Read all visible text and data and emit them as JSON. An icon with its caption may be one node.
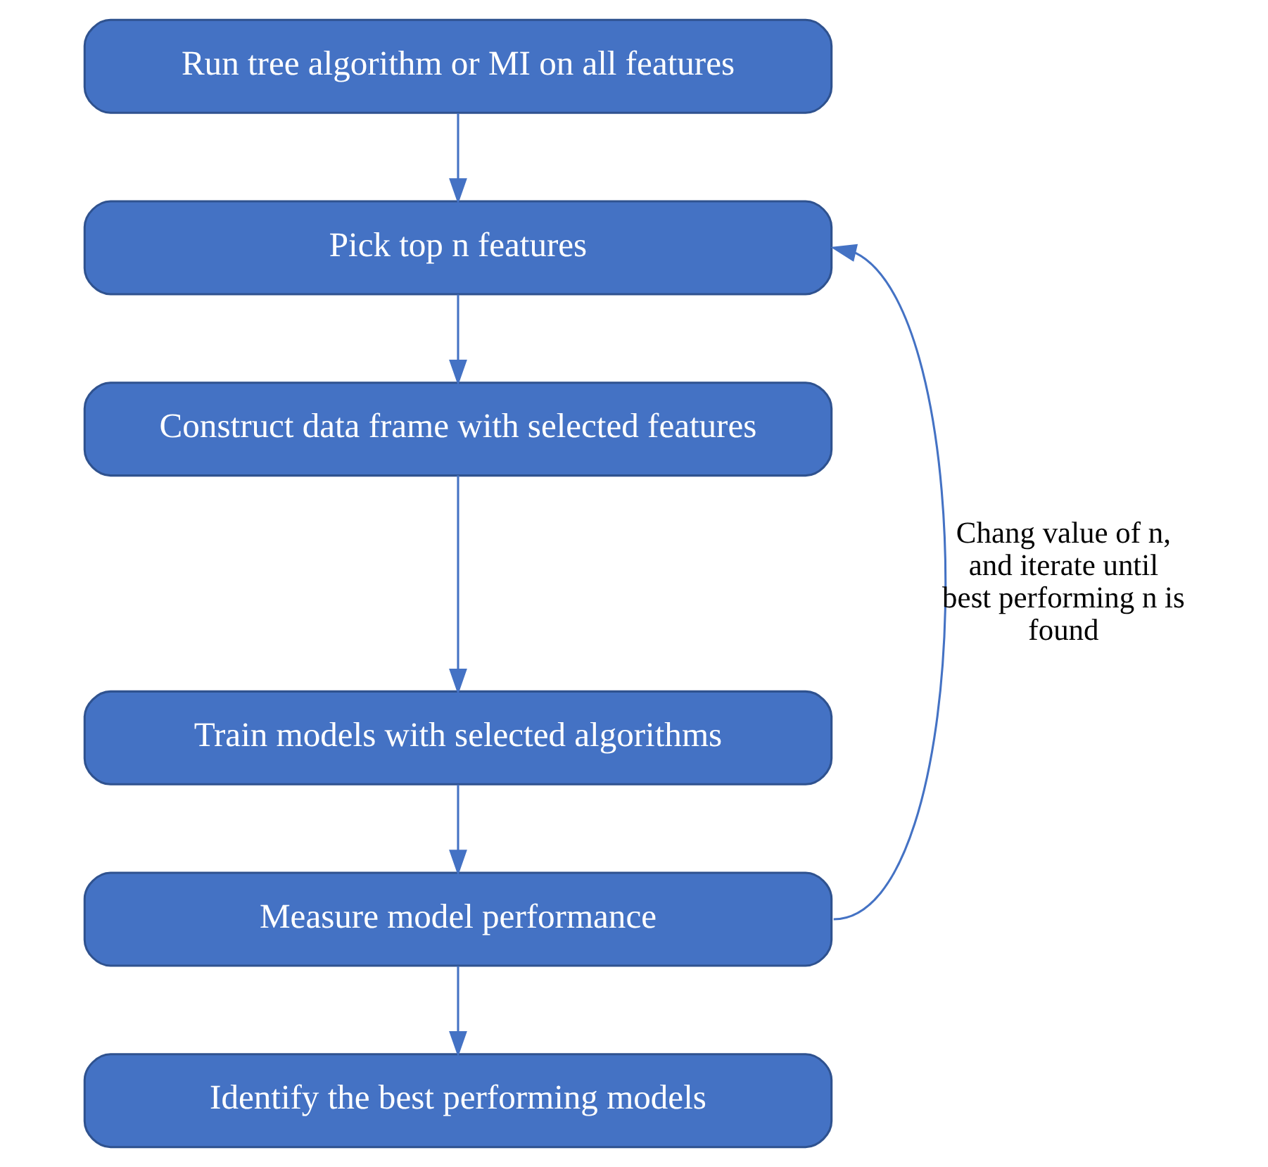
{
  "diagram": {
    "nodes": [
      {
        "text": [
          "Run tree algorithm or MI on all features"
        ]
      },
      {
        "text": [
          "Pick top n features"
        ]
      },
      {
        "text": [
          "Construct data frame with selected features"
        ]
      },
      {
        "text": [
          "Train models with selected algorithms"
        ]
      },
      {
        "text": [
          "Measure model performance"
        ]
      },
      {
        "text": [
          "Identify the best performing models"
        ]
      }
    ],
    "edges": [
      {
        "from": 0,
        "to": 1,
        "arrow": "to"
      },
      {
        "from": 1,
        "to": 2,
        "arrow": "to"
      },
      {
        "from": 2,
        "to": 3,
        "arrow": "to"
      },
      {
        "from": 3,
        "to": 4,
        "arrow": "to"
      },
      {
        "from": 4,
        "to": 5,
        "arrow": "to"
      },
      {
        "from": 4,
        "to": 1,
        "arrow": "to",
        "label": "Chang value of n, and iterate until best performing n is found"
      }
    ]
  }
}
